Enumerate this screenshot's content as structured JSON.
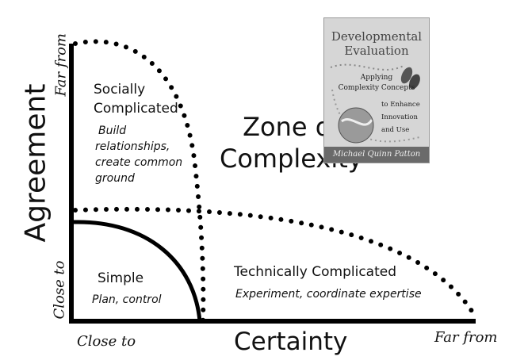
{
  "axes": {
    "y_label": "Agreement",
    "y_far": "Far from",
    "y_close": "Close to",
    "x_label": "Certainty",
    "x_close": "Close to",
    "x_far": "Far from"
  },
  "zones": {
    "complexity": {
      "line1": "Zone of",
      "line2": "Complexity"
    },
    "socially_complicated": {
      "title_line1": "Socially",
      "title_line2": "Complicated",
      "sub_line1": "Build",
      "sub_line2": "relationships,",
      "sub_line3": "create common",
      "sub_line4": "ground"
    },
    "technically_complicated": {
      "title": "Technically Complicated",
      "sub": "Experiment, coordinate expertise"
    },
    "simple": {
      "title": "Simple",
      "sub": "Plan, control"
    }
  },
  "book": {
    "title_line1": "Developmental",
    "title_line2": "Evaluation",
    "subtitle_line1": "Applying",
    "subtitle_line2": "Complexity Concepts",
    "subtitle_line3": "to Enhance",
    "subtitle_line4": "Innovation",
    "subtitle_line5": "and Use",
    "author": "Michael Quinn Patton"
  },
  "colors": {
    "ink": "#111111",
    "book_bg": "#d6d6d6",
    "book_band": "#6a6a6a"
  }
}
